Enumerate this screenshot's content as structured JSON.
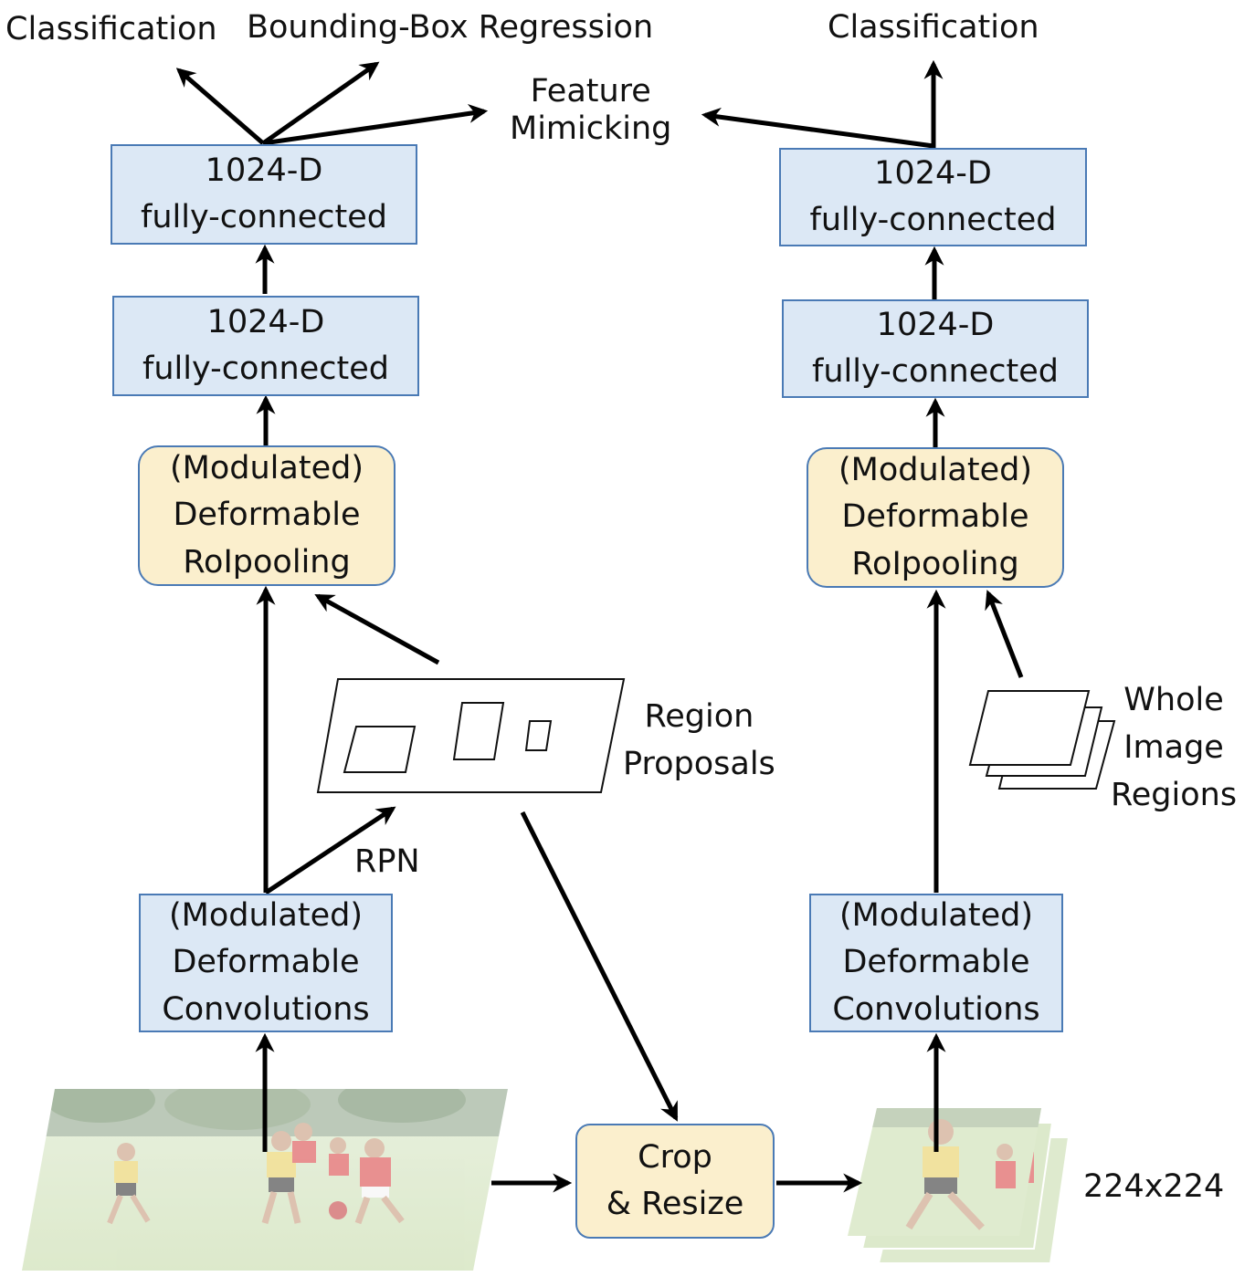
{
  "left": {
    "out_classification": "Classification",
    "out_bbox": "Bounding-Box Regression",
    "fc_top": [
      "1024-D",
      "fully-connected"
    ],
    "fc_bottom": [
      "1024-D",
      "fully-connected"
    ],
    "roipool": [
      "(Modulated)",
      "Deformable",
      "RoIpooling"
    ],
    "conv": [
      "(Modulated)",
      "Deformable",
      "Convolutions"
    ],
    "rpn": "RPN",
    "region_proposals": [
      "Region",
      "Proposals"
    ]
  },
  "center": {
    "feature_mimicking": [
      "Feature",
      "Mimicking"
    ],
    "crop_resize": [
      "Crop",
      "& Resize"
    ]
  },
  "right": {
    "out_classification": "Classification",
    "fc_top": [
      "1024-D",
      "fully-connected"
    ],
    "fc_bottom": [
      "1024-D",
      "fully-connected"
    ],
    "roipool": [
      "(Modulated)",
      "Deformable",
      "RoIpooling"
    ],
    "conv": [
      "(Modulated)",
      "Deformable",
      "Convolutions"
    ],
    "whole_image_regions": [
      "Whole",
      "Image",
      "Regions"
    ],
    "input_size": "224x224"
  },
  "colors": {
    "box_blue_fill": "#dce8f5",
    "box_yellow_fill": "#fbefcd",
    "box_border": "#4a7ab5",
    "arrow": "#000000"
  }
}
